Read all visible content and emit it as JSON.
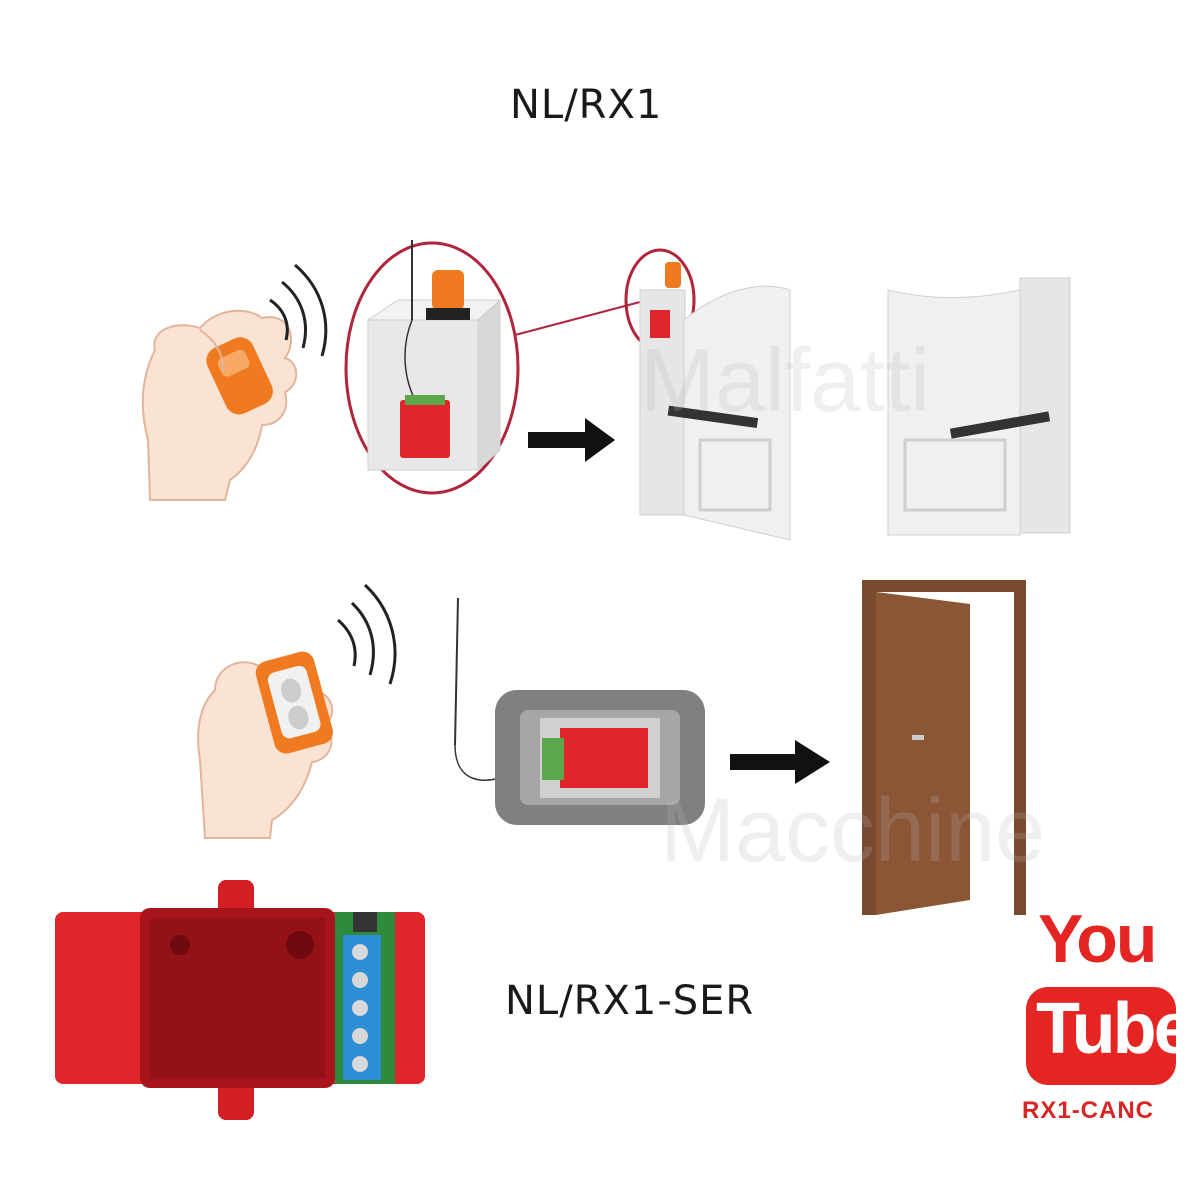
{
  "labels": {
    "top_title": "NL/RX1",
    "bottom_title": "NL/RX1-SER"
  },
  "youtube_badge": {
    "top_word": "You",
    "bottom_word": "Tube",
    "code": "RX1-CANC",
    "color": "#e52521"
  },
  "watermark": {
    "word1": "Malfatti",
    "word2": "Macchine"
  },
  "colors": {
    "remote_orange": "#f07a1f",
    "receiver_red": "#e0252b",
    "door_brown": "#7a4a2e",
    "gate_grey": "#e6e6e6",
    "arrow_black": "#111111"
  }
}
